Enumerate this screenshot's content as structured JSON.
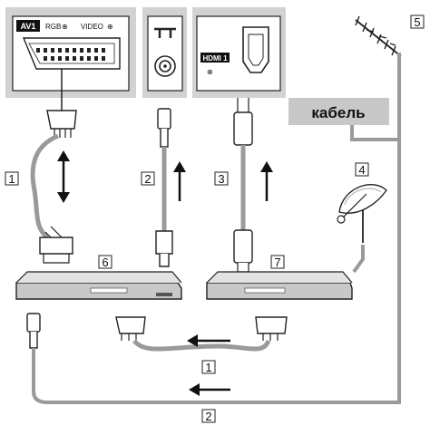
{
  "scart_panel": {
    "badge": "AV1",
    "rgb_label": "RGB",
    "video_label": "VIDEO"
  },
  "hdmi_panel": {
    "badge": "HDMI 1"
  },
  "cable_box_label": "кабель",
  "callouts": {
    "c1": "1",
    "c2": "2",
    "c3": "3",
    "c4": "4",
    "c5": "5",
    "c6": "6",
    "c7": "7",
    "c1_bottom": "1",
    "c2_bottom": "2"
  },
  "colors": {
    "panel": "#d2d2d2",
    "cable": "#9a9a9a",
    "device": "#c8c8c8",
    "label_box": "#c8c8c8",
    "outline": "#222222"
  }
}
